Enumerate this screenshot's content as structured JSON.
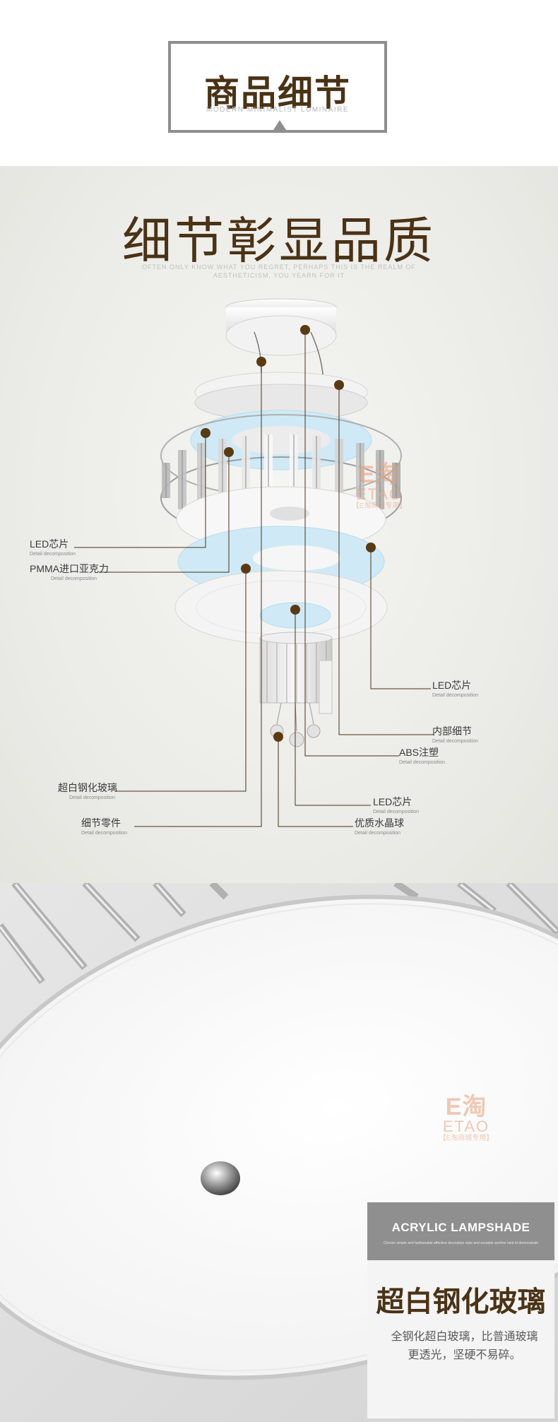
{
  "header": {
    "title": "商品细节",
    "subtitle": "MODERN MINIMALIST LUMINAIRE"
  },
  "diagram": {
    "title": "细节彰显品质",
    "subtitle_line1": "OFTEN ONLY KNOW WHAT YOU REGRET, PERHAPS THIS IS THE REALM OF",
    "subtitle_line2": "AESTHETICISM, YOU YEARN FOR IT",
    "callouts_left": [
      {
        "label": "LED芯片",
        "sub": "Detail decomposition"
      },
      {
        "label": "PMMA进口亚克力",
        "sub": "Detail decomposition"
      },
      {
        "label": "超白钢化玻璃",
        "sub": "Detail decomposition"
      },
      {
        "label": "细节零件",
        "sub": "Detail decomposition"
      }
    ],
    "callouts_right": [
      {
        "label": "LED芯片",
        "sub": "Detail decomposition"
      },
      {
        "label": "内部细节",
        "sub": "Detail decomposition"
      },
      {
        "label": "ABS注塑",
        "sub": "Detail decomposition"
      },
      {
        "label": "LED芯片",
        "sub": "Detail decomposition"
      },
      {
        "label": "优质水晶球",
        "sub": "Detail decomposition"
      }
    ],
    "watermark": {
      "logo": "E淘",
      "brand": "ETAO",
      "note": "【E淘商城专用】"
    }
  },
  "closeup": {
    "card_title": "ACRYLIC LAMPSHADE",
    "card_sub": "Chosen simple and fashionable affective decoration style and sociable another kind of demonstrate",
    "heading": "超白钢化玻璃",
    "desc_line1": "全钢化超白玻璃，比普通玻璃",
    "desc_line2": "更透光，坚硬不易碎。",
    "watermark": {
      "logo": "E淘",
      "brand": "ETAO",
      "note": "【E淘商城专用】"
    }
  },
  "colors": {
    "brand_brown": "#4a3215",
    "dot_brown": "#5a3a12",
    "frame_gray": "#8e8e8e",
    "led_blue": "#bfe3f2"
  }
}
